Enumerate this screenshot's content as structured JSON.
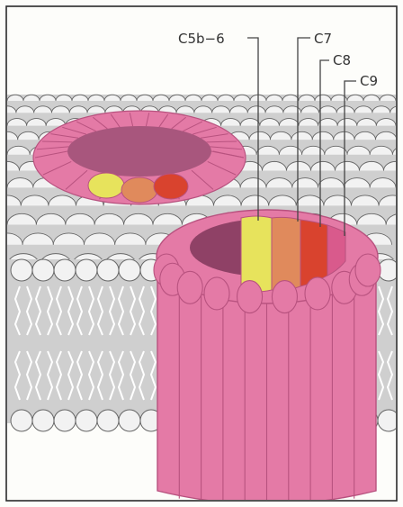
{
  "labels": {
    "c5b6": "C5b−6",
    "c7": "C7",
    "c8": "C8",
    "c9": "C9"
  },
  "colors": {
    "frame": "#2b2b2b",
    "page": "#fdfdfa",
    "membrane_gray": "#cfcfcf",
    "membrane_gray_dark": "#b9b9b9",
    "headgroup_fill": "#f2f2f2",
    "headgroup_stroke": "#666666",
    "tail_white": "#ffffff",
    "pink": "#e47aa6",
    "pink_dark": "#b8527f",
    "pink_light": "#f1a3c4",
    "c5b6_yellow": "#e7e35c",
    "c7_orange": "#e08a5c",
    "c8_red": "#d9432e",
    "c9_pink": "#d95a8c"
  }
}
